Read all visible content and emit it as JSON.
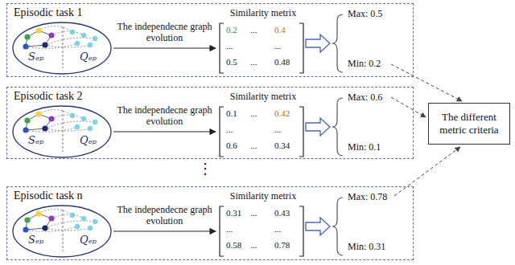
{
  "diagram": {
    "nodes": [
      {
        "text": [
          "Episodic task 1"
        ]
      },
      {
        "text": [
          "Sₑₚ",
          "Qₑₚ"
        ],
        "in": 0
      },
      {
        "text": [
          "Similarity metrix",
          "0.2",
          "...",
          "0.4",
          "...",
          "...",
          "0.5",
          "...",
          "0.48"
        ],
        "in": 0
      },
      {
        "text": [
          "Episodic task 2"
        ]
      },
      {
        "text": [
          "Sₑₚ",
          "Qₑₚ"
        ],
        "in": 3
      },
      {
        "text": [
          "Similarity metrix",
          "0.1",
          "...",
          "0.42",
          "...",
          "...",
          "0.6",
          "...",
          "0.34"
        ],
        "in": 3
      },
      {
        "text": [
          "Episodic task n"
        ]
      },
      {
        "text": [
          "Sₑₚ",
          "Qₑₚ"
        ],
        "in": 6
      },
      {
        "text": [
          "Similarity metrix",
          "0.31",
          "...",
          "0.43",
          "...",
          "...",
          "0.58",
          "...",
          "0.78"
        ],
        "in": 6
      },
      {
        "text": [
          "The different metric criteria"
        ]
      }
    ],
    "edges": [
      {
        "from": 1,
        "to": 2,
        "label": "The independecne graph evolution",
        "arrow": "to"
      },
      {
        "from": 4,
        "to": 5,
        "label": "The independecne graph evolution",
        "arrow": "to"
      },
      {
        "from": 7,
        "to": 8,
        "label": "The independecne graph evolution",
        "arrow": "to"
      }
    ],
    "labels": [
      "⋮",
      "Max: 0.5",
      "Min: 0.2",
      "Max: 0.6",
      "Min: 0.1",
      "Max: 0.78",
      "Min: 0.31"
    ]
  }
}
